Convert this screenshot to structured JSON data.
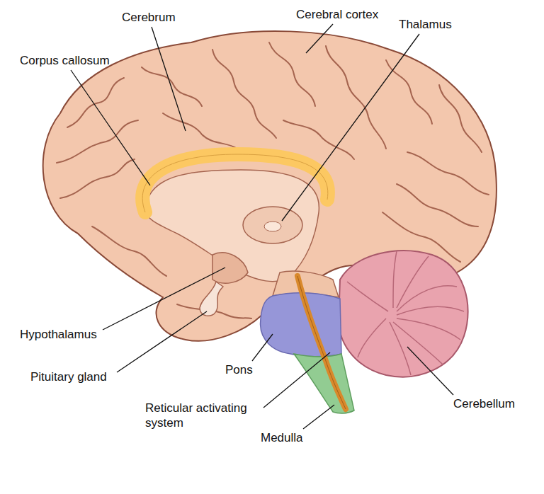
{
  "diagram": {
    "labels": [
      "Cerebrum",
      "Cerebral cortex",
      "Corpus callosum",
      "Thalamus",
      "Hypothalamus",
      "Pituitary gland",
      "Pons",
      "Reticular activating system",
      "Medulla",
      "Cerebellum"
    ]
  }
}
